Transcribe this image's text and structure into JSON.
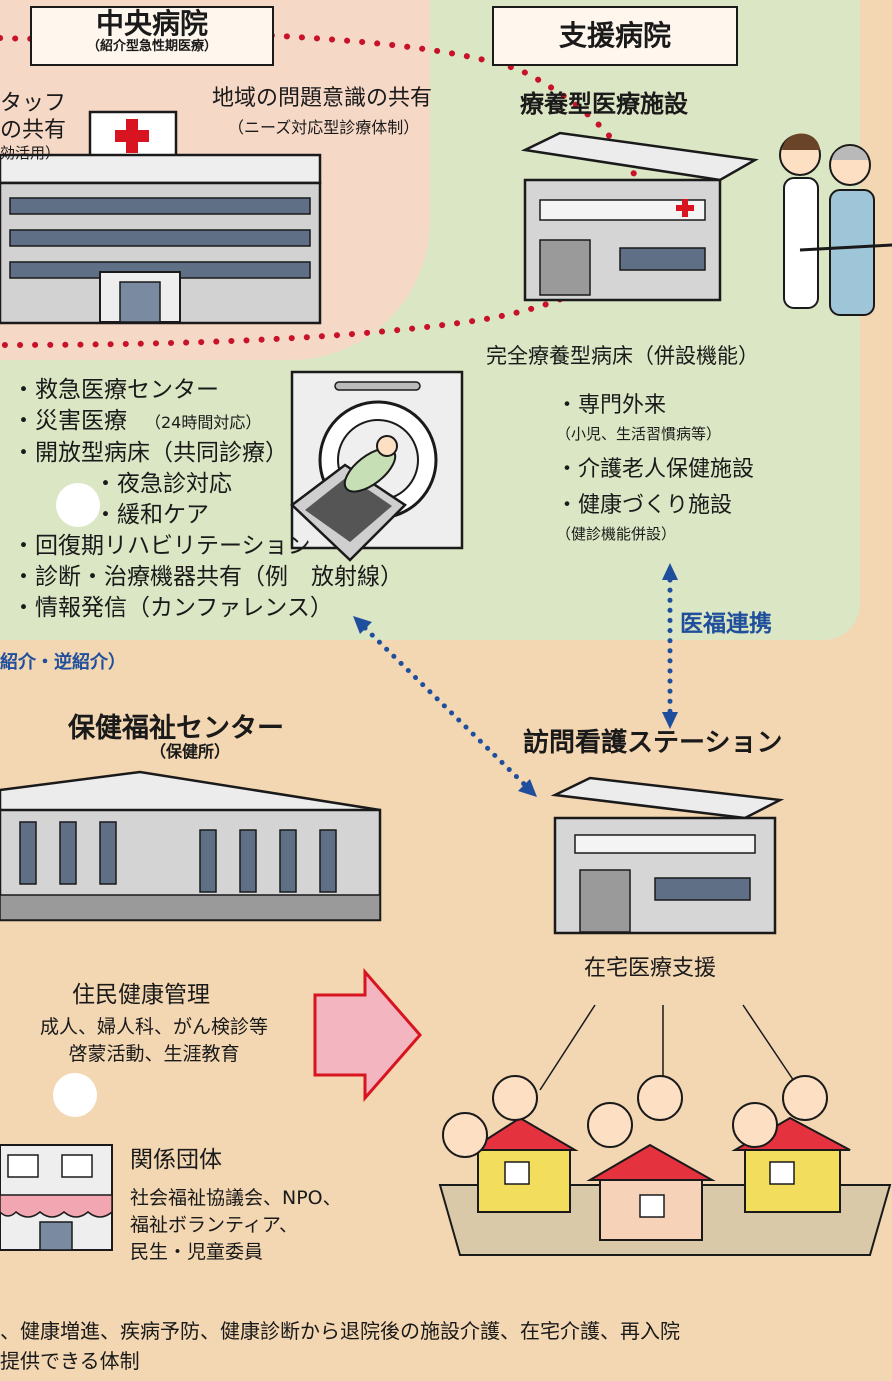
{
  "central": {
    "title": "中央病院",
    "subtitle": "（紹介型急性期医療）",
    "staff_lines": [
      "タッフ",
      "の共有",
      "効活用）"
    ],
    "awareness": "地域の問題意識の共有",
    "awareness_sub": "（ニーズ対応型診療体制）",
    "services": [
      "・救急医療センター",
      "・災害医療",
      "・開放型病床（共同診療）",
      "・夜急診対応",
      "・緩和ケア",
      "・回復期リハビリテーション",
      "・診断・治療機器共有（例　放射線）",
      "・情報発信（カンファレンス）"
    ],
    "hours_note": "（24時間対応）"
  },
  "support": {
    "title": "支援病院",
    "facility": "療養型医療施設",
    "beds": "完全療養型病床（併設機能）",
    "items": [
      {
        "label": "・専門外来",
        "note": "（小児、生活習慣病等）"
      },
      {
        "label": "・介護老人保健施設",
        "note": ""
      },
      {
        "label": "・健康づくり施設",
        "note": "（健診機能併設）"
      }
    ]
  },
  "links": {
    "ifuku": "医福連携",
    "referral": "紹介・逆紹介）"
  },
  "health_center": {
    "title": "保健福祉センター",
    "subtitle": "（保健所）",
    "role": "住民健康管理",
    "details": [
      "成人、婦人科、がん検診等",
      "啓蒙活動、生涯教育"
    ]
  },
  "nursing": {
    "title": "訪問看護ステーション",
    "role": "在宅医療支援"
  },
  "groups": {
    "title": "関係団体",
    "members": [
      "社会福祉協議会、NPO、",
      "福祉ボランティア、",
      "民生・児童委員"
    ]
  },
  "footer": [
    "、健康増進、疾病予防、健康診断から退院後の施設介護、在宅介護、再入院",
    "提供できる体制"
  ],
  "colors": {
    "blue_text": "#1f4f9c",
    "dots_red": "#c8122a",
    "dots_blue": "#1f4f9c",
    "green_panel": "#dbe6c4",
    "peach_bg": "#f3d6b2"
  }
}
